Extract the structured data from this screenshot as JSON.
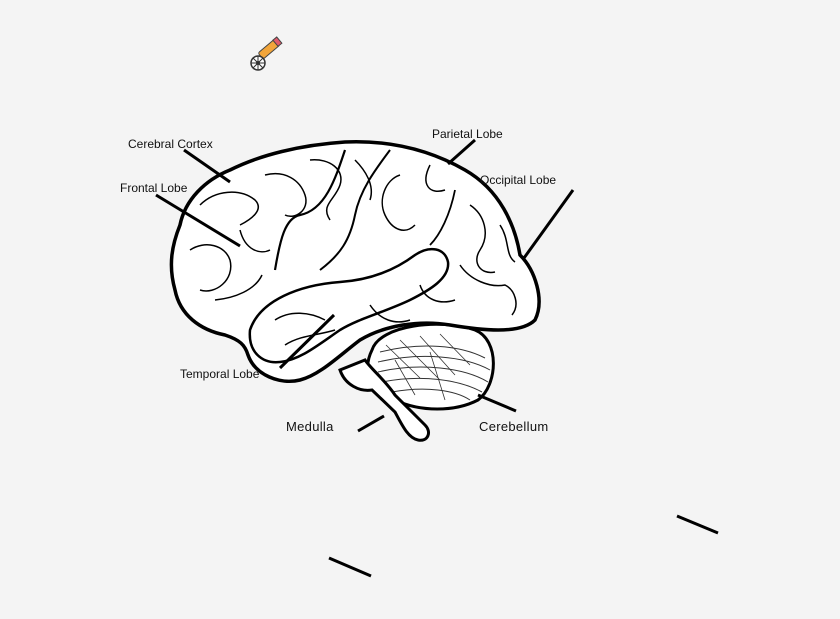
{
  "labels": {
    "cerebral_cortex": "Cerebral Cortex",
    "frontal_lobe": "Frontal Lobe",
    "parietal_lobe": "Parietal Lobe",
    "occipital_lobe": "Occipital Lobe",
    "temporal_lobe": "Temporal Lobe",
    "medulla": "Medulla",
    "cerebellum": "Cerebellum"
  },
  "icons": {
    "top_left": "pencil-flower-icon"
  },
  "colors": {
    "background": "#f4f4f4",
    "outline": "#000000",
    "brain_fill": "#ffffff"
  }
}
